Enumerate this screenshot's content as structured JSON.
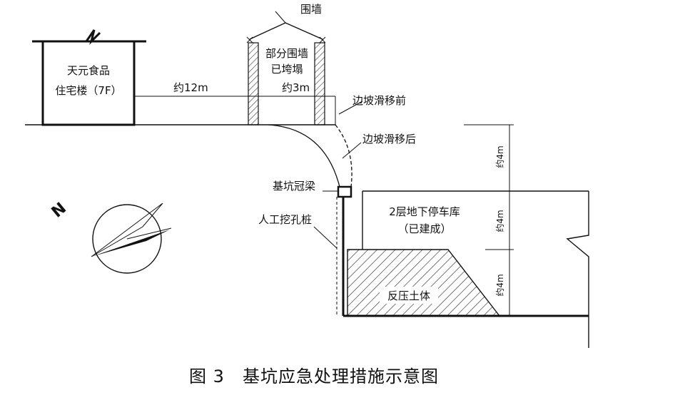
{
  "diagram": {
    "building": {
      "line1": "天元食品",
      "line2": "住宅楼（7F）"
    },
    "wall_top_label": "围墙",
    "collapsed_wall": {
      "line1": "部分围墙",
      "line2": "已垮塌"
    },
    "dist_12m": "约12m",
    "dist_3m": "约3m",
    "slope_before": "边坡滑移前",
    "slope_after": "边坡滑移后",
    "crown_beam": "基坑冠梁",
    "pile": "人工挖孔桩",
    "garage": {
      "line1": "2层地下停车库",
      "line2": "（已建成）"
    },
    "backfill": "反压土体",
    "depth_top": "约4m",
    "depth_mid": "约4m",
    "depth_bot": "约4m",
    "north": "N"
  },
  "caption": "图 3　基坑应急处理措施示意图"
}
